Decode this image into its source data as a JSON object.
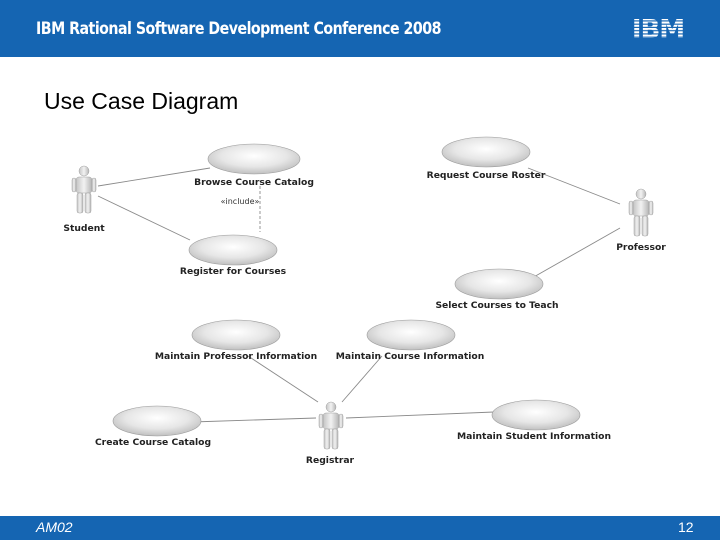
{
  "header": {
    "title": "IBM Rational Software Development Conference 2008",
    "logo": "IBM"
  },
  "slide": {
    "title": "Use Case Diagram"
  },
  "diagram": {
    "actors": [
      "Student",
      "Professor",
      "Registrar"
    ],
    "use_cases": [
      "Browse Course Catalog",
      "Request Course Roster",
      "Register for Courses",
      "Select Courses to Teach",
      "Maintain Professor Information",
      "Maintain Course Information",
      "Create Course Catalog",
      "Maintain Student Information"
    ],
    "stereotype": "«include»"
  },
  "footer": {
    "code": "AM02",
    "page": "12"
  },
  "colors": {
    "brand_blue": "#1565b2"
  }
}
